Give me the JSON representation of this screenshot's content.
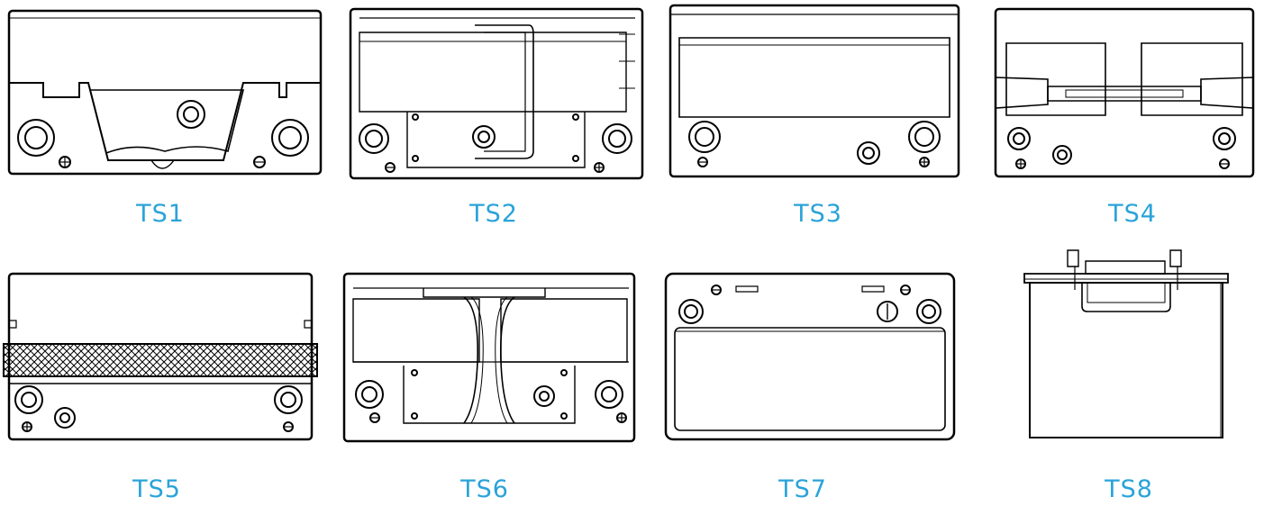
{
  "batteries": [
    {
      "label": "TS1"
    },
    {
      "label": "TS2"
    },
    {
      "label": "TS3"
    },
    {
      "label": "TS4"
    },
    {
      "label": "TS5"
    },
    {
      "label": "TS6"
    },
    {
      "label": "TS7"
    },
    {
      "label": "TS8"
    }
  ],
  "colors": {
    "label": "#2aa3d9",
    "line": "#000000"
  }
}
